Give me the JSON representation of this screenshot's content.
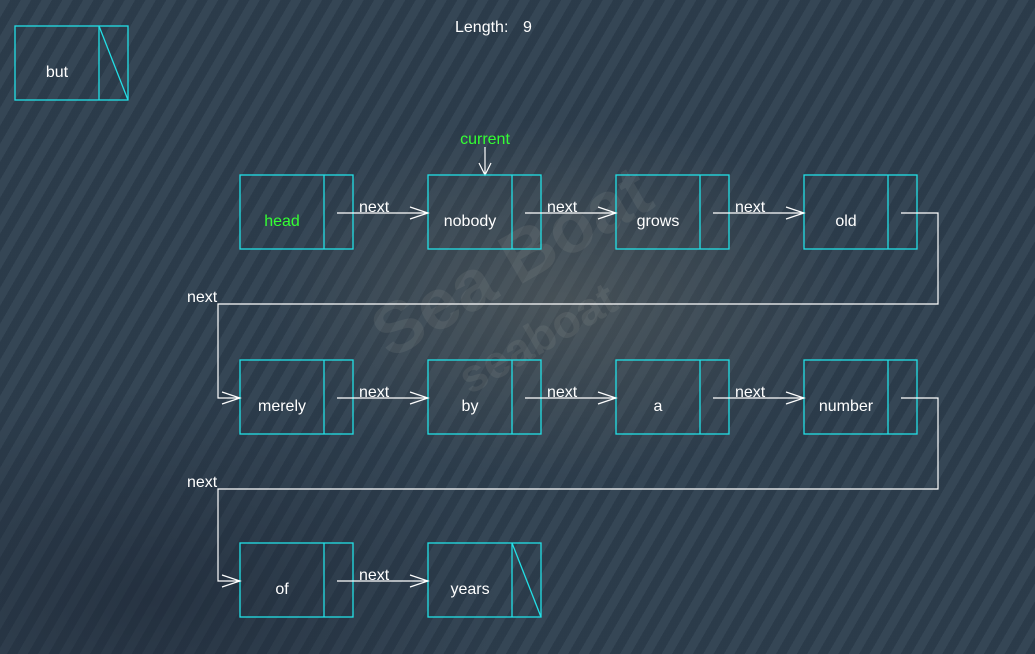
{
  "header": {
    "length_label": "Length:",
    "length_value": "9"
  },
  "detached_node": {
    "label": "but",
    "null_next": true
  },
  "pointer_label": "current",
  "link_label": "next",
  "colors": {
    "node_border": "#22e0e6",
    "wire": "#ffffff",
    "highlight": "#33ff33",
    "text": "#ffffff"
  },
  "rows": [
    [
      {
        "label": "head",
        "highlight": true
      },
      {
        "label": "nobody",
        "current": true
      },
      {
        "label": "grows"
      },
      {
        "label": "old"
      }
    ],
    [
      {
        "label": "merely"
      },
      {
        "label": "by"
      },
      {
        "label": "a"
      },
      {
        "label": "number"
      }
    ],
    [
      {
        "label": "of"
      },
      {
        "label": "years",
        "null_next": true
      }
    ]
  ]
}
